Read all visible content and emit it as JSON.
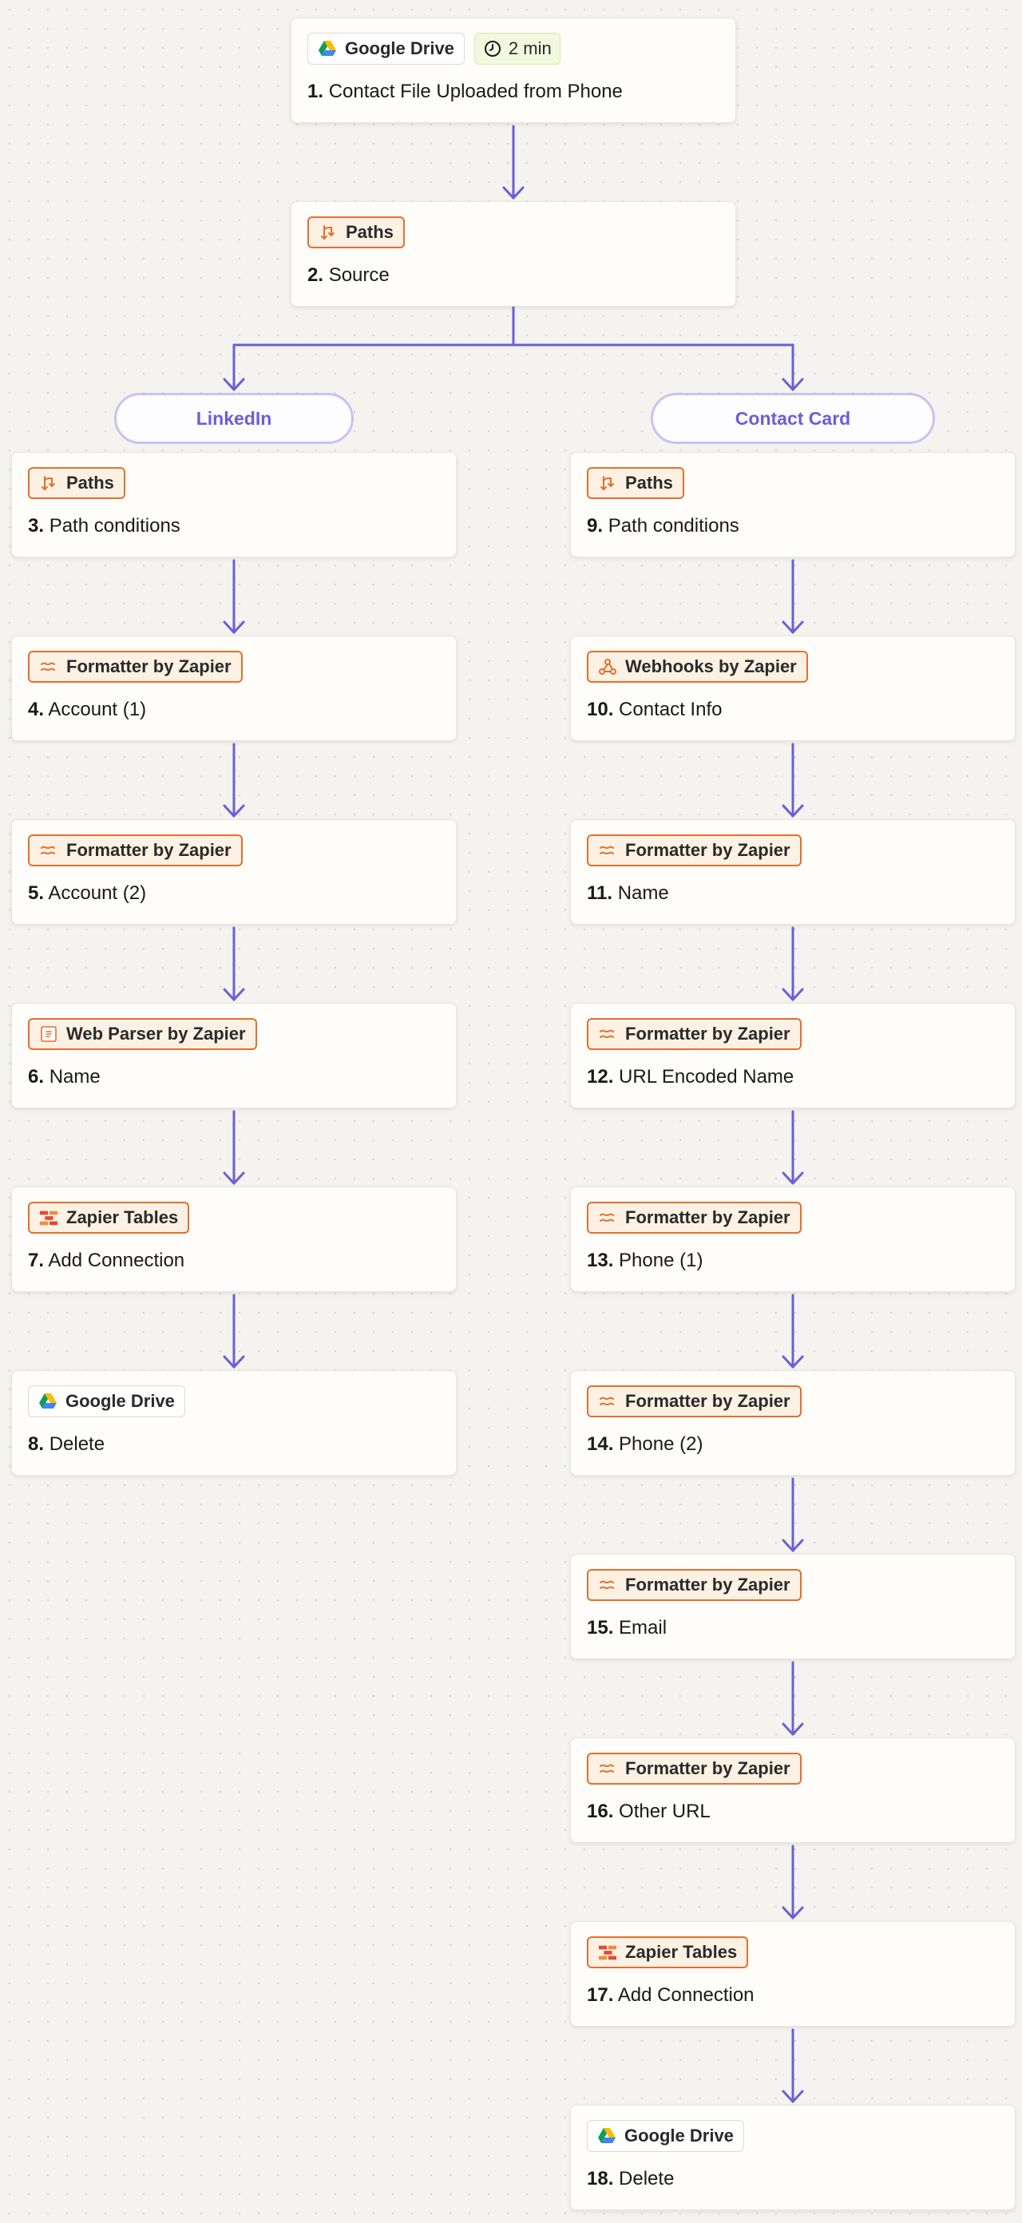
{
  "colors": {
    "connector": "#6a5fd6",
    "badge_border": "#e56f2c",
    "badge_fill": "#fdf1e4",
    "path_label": "#6a5fd6"
  },
  "steps": [
    {
      "number": "1.",
      "title": "Contact File Uploaded from Phone",
      "app": "Google Drive",
      "icon": "google-drive-icon",
      "time": "2 min"
    },
    {
      "number": "2.",
      "title": "Source",
      "app": "Paths",
      "icon": "paths-icon"
    },
    {
      "number": "3.",
      "title": "Path conditions",
      "app": "Paths",
      "icon": "paths-icon"
    },
    {
      "number": "4.",
      "title": "Account (1)",
      "app": "Formatter by Zapier",
      "icon": "formatter-icon"
    },
    {
      "number": "5.",
      "title": "Account (2)",
      "app": "Formatter by Zapier",
      "icon": "formatter-icon"
    },
    {
      "number": "6.",
      "title": "Name",
      "app": "Web Parser by Zapier",
      "icon": "web-parser-icon"
    },
    {
      "number": "7.",
      "title": "Add Connection",
      "app": "Zapier Tables",
      "icon": "zapier-tables-icon"
    },
    {
      "number": "8.",
      "title": "Delete",
      "app": "Google Drive",
      "icon": "google-drive-icon"
    },
    {
      "number": "9.",
      "title": "Path conditions",
      "app": "Paths",
      "icon": "paths-icon"
    },
    {
      "number": "10.",
      "title": "Contact Info",
      "app": "Webhooks by Zapier",
      "icon": "webhooks-icon"
    },
    {
      "number": "11.",
      "title": "Name",
      "app": "Formatter by Zapier",
      "icon": "formatter-icon"
    },
    {
      "number": "12.",
      "title": "URL Encoded Name",
      "app": "Formatter by Zapier",
      "icon": "formatter-icon"
    },
    {
      "number": "13.",
      "title": "Phone (1)",
      "app": "Formatter by Zapier",
      "icon": "formatter-icon"
    },
    {
      "number": "14.",
      "title": "Phone (2)",
      "app": "Formatter by Zapier",
      "icon": "formatter-icon"
    },
    {
      "number": "15.",
      "title": "Email",
      "app": "Formatter by Zapier",
      "icon": "formatter-icon"
    },
    {
      "number": "16.",
      "title": "Other URL",
      "app": "Formatter by Zapier",
      "icon": "formatter-icon"
    },
    {
      "number": "17.",
      "title": "Add Connection",
      "app": "Zapier Tables",
      "icon": "zapier-tables-icon"
    },
    {
      "number": "18.",
      "title": "Delete",
      "app": "Google Drive",
      "icon": "google-drive-icon"
    }
  ],
  "paths": [
    {
      "label": "LinkedIn"
    },
    {
      "label": "Contact Card"
    }
  ]
}
